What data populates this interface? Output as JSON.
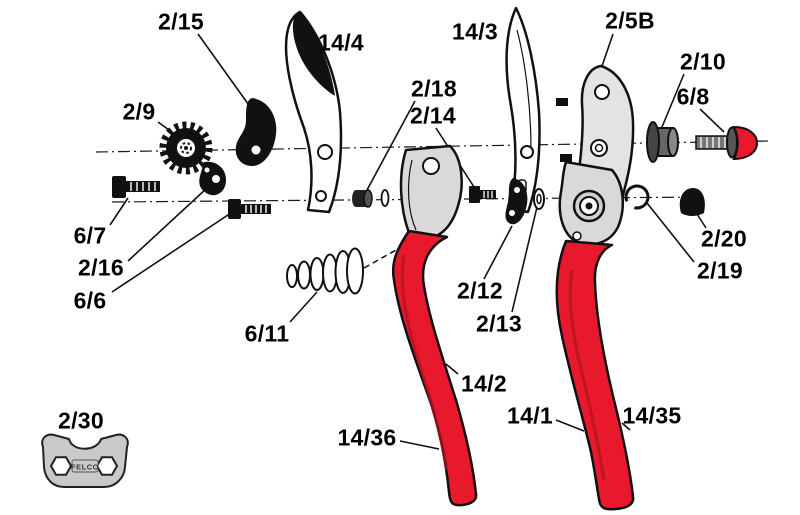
{
  "brand": "FELCO",
  "colors": {
    "felco_red": "#e8192c",
    "shade_red": "#b0121f",
    "metal_light": "#d9d9d9",
    "ink": "#111111"
  },
  "labels": [
    {
      "text": "2/15"
    },
    {
      "text": "14/4"
    },
    {
      "text": "14/3"
    },
    {
      "text": "2/5B"
    },
    {
      "text": "2/10"
    },
    {
      "text": "6/8"
    },
    {
      "text": "2/18"
    },
    {
      "text": "2/14"
    },
    {
      "text": "2/9"
    },
    {
      "text": "6/7"
    },
    {
      "text": "2/16"
    },
    {
      "text": "6/6"
    },
    {
      "text": "6/11"
    },
    {
      "text": "2/12"
    },
    {
      "text": "2/13"
    },
    {
      "text": "2/20"
    },
    {
      "text": "2/19"
    },
    {
      "text": "14/2"
    },
    {
      "text": "14/1"
    },
    {
      "text": "14/36"
    },
    {
      "text": "14/35"
    },
    {
      "text": "2/30"
    }
  ]
}
